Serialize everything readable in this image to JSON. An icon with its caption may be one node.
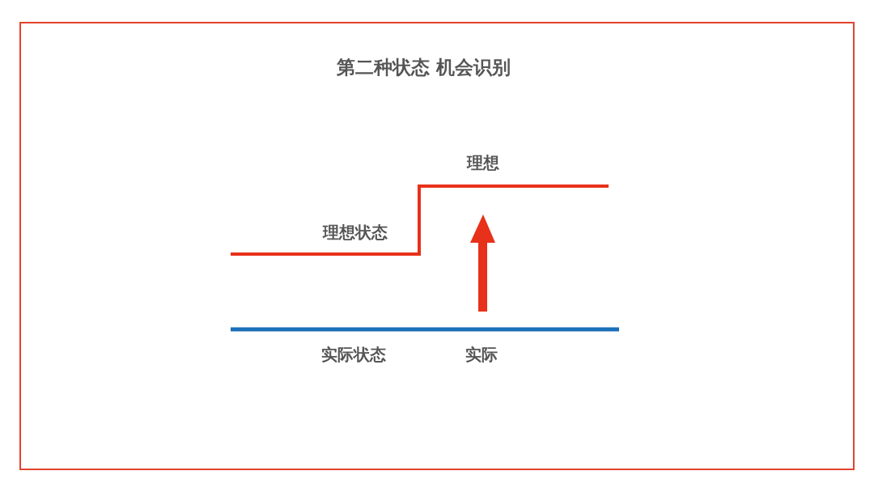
{
  "diagram": {
    "title": "第二种状态 机会识别",
    "labels": [
      "理想",
      "理想状态",
      "实际状态",
      "实际"
    ]
  }
}
